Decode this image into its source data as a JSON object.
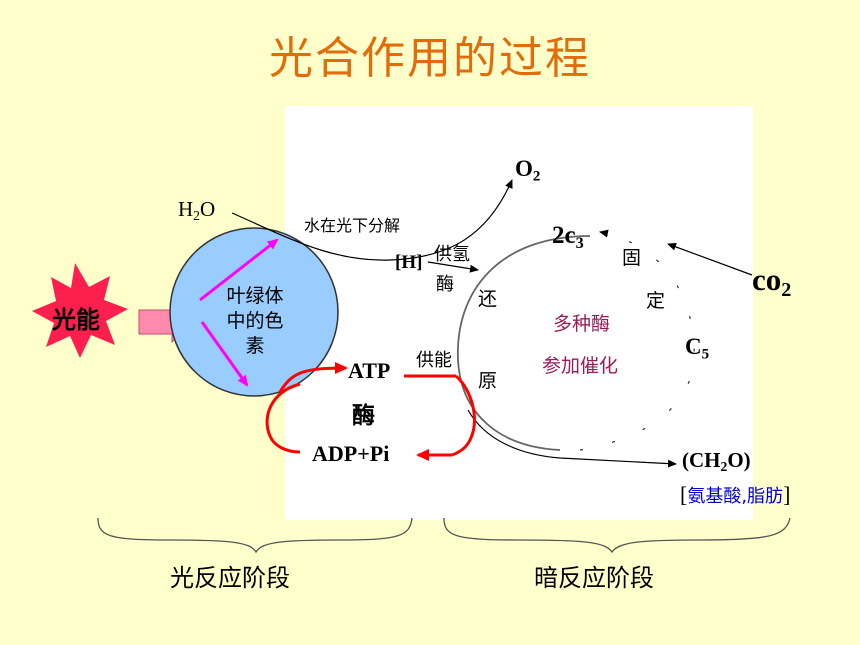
{
  "title": "光合作用的过程",
  "light_energy": "光能",
  "chloroplast": {
    "line1": "叶绿体",
    "line2": "中的色",
    "line3": "素"
  },
  "water": {
    "base": "H",
    "sub": "2",
    "tail": "O"
  },
  "oxygen": {
    "base": "O",
    "sub": "2"
  },
  "water_split": "水在光下分解",
  "hydrogen": "[H]",
  "supply_h": {
    "line1": "供氢",
    "line2": "酶"
  },
  "reduction": {
    "c1": "还",
    "c2": "原"
  },
  "supply_energy": "供能",
  "atp": "ATP",
  "enzyme": "酶",
  "adp": "ADP+Pi",
  "c3": {
    "base": "2c",
    "sub": "3"
  },
  "c5": {
    "base": "C",
    "sub": "5"
  },
  "fixation": {
    "c1": "固",
    "c2": "定"
  },
  "co2": {
    "base": "co",
    "sub": "2"
  },
  "enzymes_note": {
    "line1": "多种酶",
    "line2": "参加催化"
  },
  "product": {
    "pre": "(CH",
    "sub": "2",
    "post": "O)"
  },
  "product_extra": {
    "open": "[",
    "text": "氨基酸,脂肪",
    "close": "]"
  },
  "stages": {
    "light": "光反应阶段",
    "dark": "暗反应阶段"
  },
  "colors": {
    "background": "#FFFFCC",
    "title": "#E36C0A",
    "circle_fill": "#99CCFF",
    "star_fill": "#FF1F4F",
    "arrow_magenta": "#FF00FF",
    "arrow_red": "#FF0000",
    "pink_arrow": "#FF8AAE",
    "enzyme_text": "#9B1B5A",
    "amino_text": "#0000CC"
  }
}
